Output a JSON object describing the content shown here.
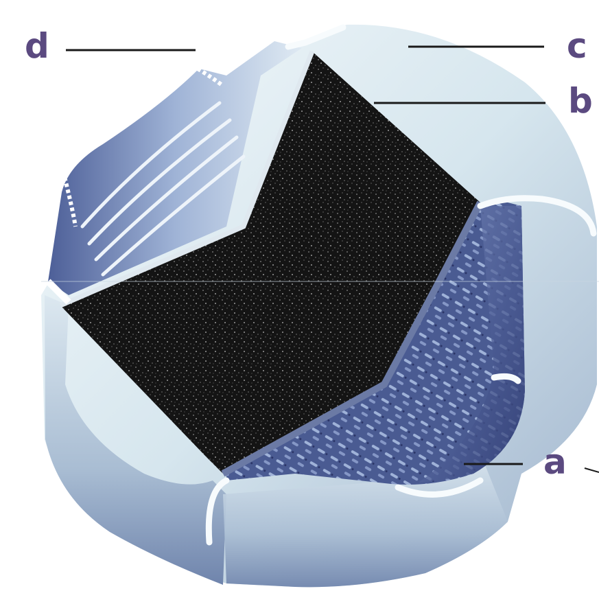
{
  "labels": {
    "a": "a",
    "b": "b",
    "c": "c",
    "d": "d"
  },
  "colors": {
    "label": "#5b4a80",
    "leader_line": "#1a1a1a",
    "shell_light": "#eaf3f7",
    "shell_mid": "#bcd0e0",
    "shell_dark": "#4a5c8e",
    "filter_media": "#141414",
    "mesh_inner": "#3d4f86"
  },
  "icons": {
    "illustration": "cutaway-filter-cartridge-illustration"
  }
}
